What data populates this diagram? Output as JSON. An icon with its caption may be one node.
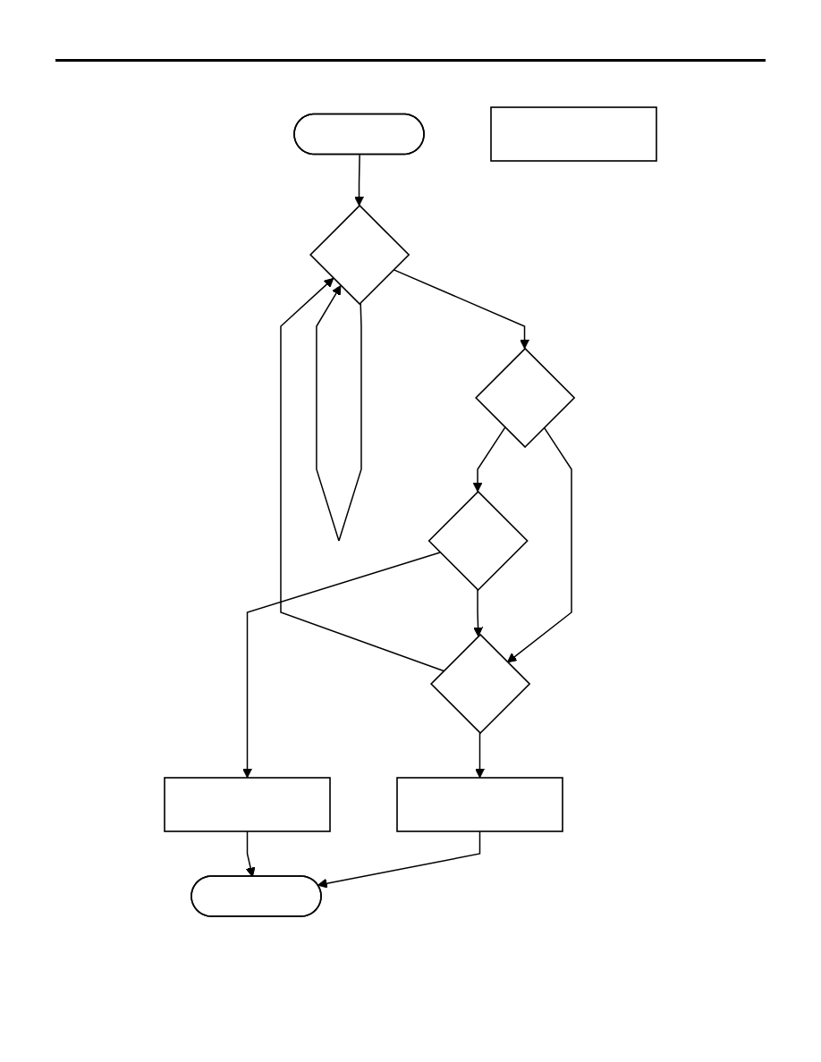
{
  "diagram": {
    "nodes": [
      {
        "text": [],
        "shape": "stadium"
      },
      {
        "text": [],
        "shape": "diamond"
      },
      {
        "text": [],
        "shape": "diamond"
      },
      {
        "text": [],
        "shape": "diamond"
      },
      {
        "text": [],
        "shape": "diamond"
      },
      {
        "text": [],
        "shape": "box"
      },
      {
        "text": [],
        "shape": "box"
      },
      {
        "text": [],
        "shape": "stadium"
      },
      {
        "text": [],
        "shape": "box"
      }
    ],
    "edges": [
      {
        "from": 0,
        "to": 1,
        "arrow": "to"
      },
      {
        "from": 1,
        "to": 1,
        "arrow": "to"
      },
      {
        "from": 1,
        "to": 2,
        "arrow": "to"
      },
      {
        "from": 2,
        "to": 3,
        "arrow": "to"
      },
      {
        "from": 2,
        "to": 4,
        "arrow": "to"
      },
      {
        "from": 3,
        "to": 4,
        "arrow": "to"
      },
      {
        "from": 4,
        "to": 1,
        "arrow": "to"
      },
      {
        "from": 4,
        "to": 5,
        "arrow": "to"
      },
      {
        "from": 3,
        "to": 6,
        "arrow": "to"
      },
      {
        "from": 5,
        "to": 7,
        "arrow": "to"
      },
      {
        "from": 6,
        "to": 7,
        "arrow": "to"
      }
    ]
  }
}
